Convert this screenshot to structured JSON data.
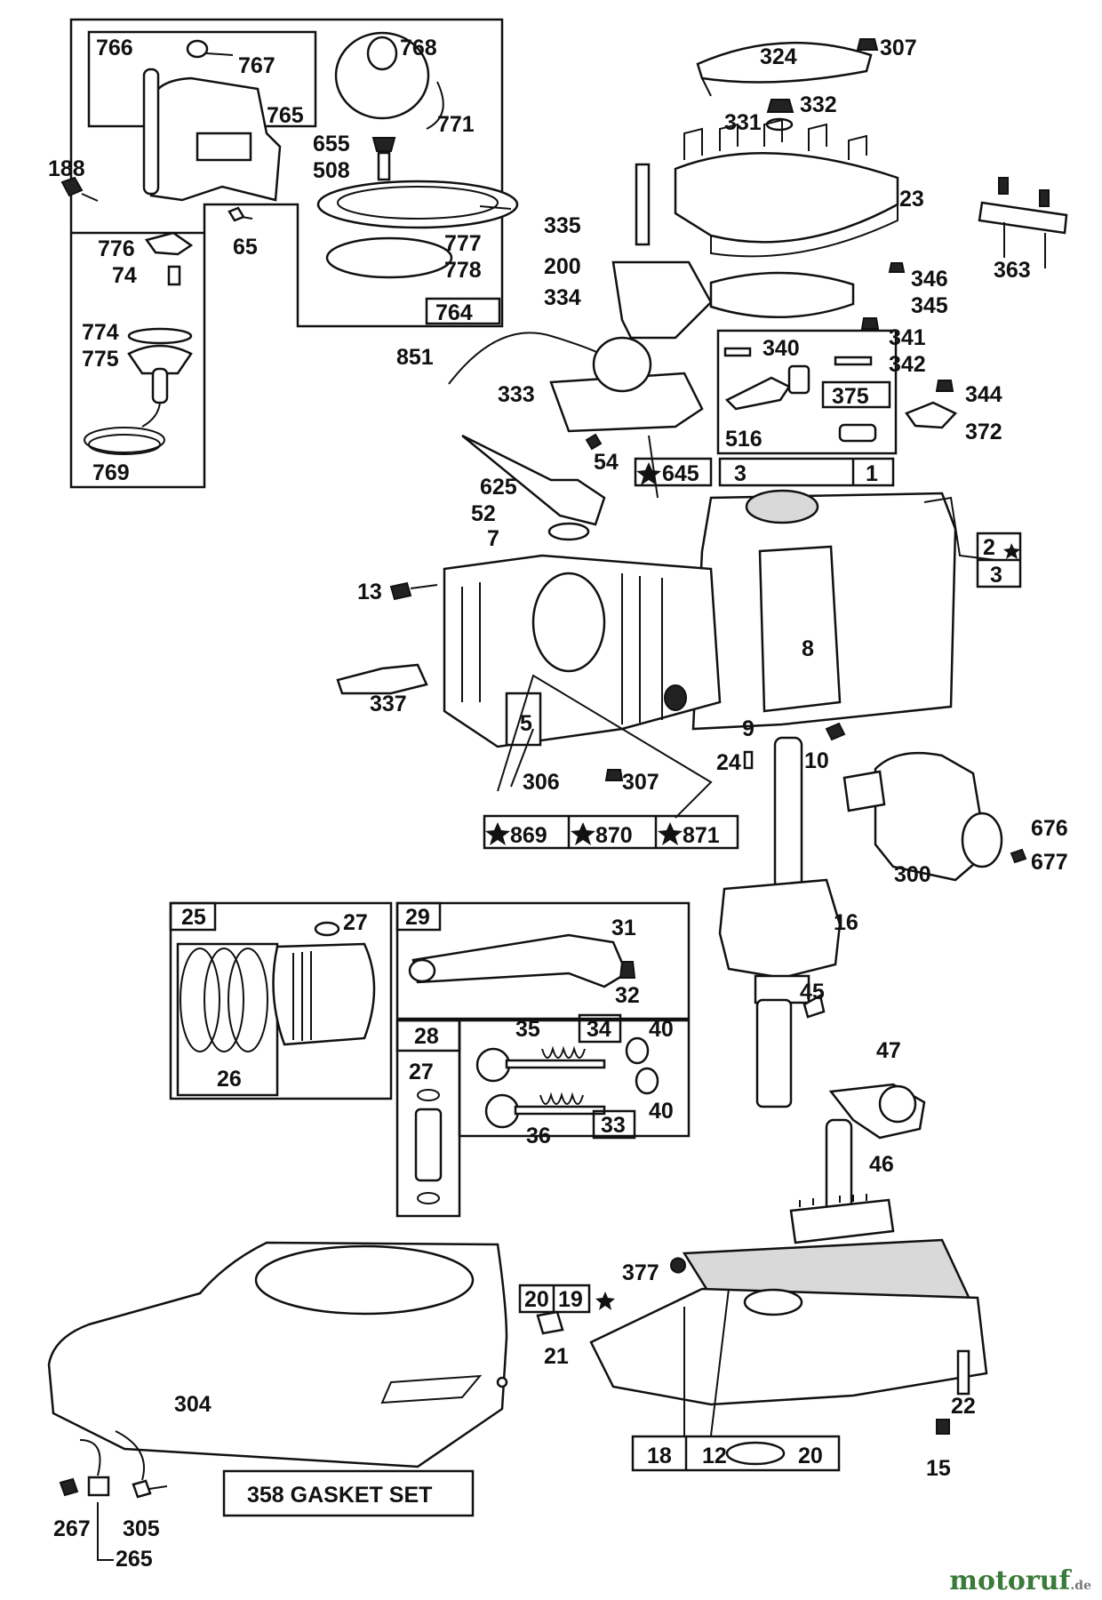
{
  "labels": {
    "p766": "766",
    "p767": "767",
    "p768": "768",
    "p765": "765",
    "p771": "771",
    "p655": "655",
    "p508": "508",
    "p188": "188",
    "p776": "776",
    "p74": "74",
    "p65": "65",
    "p777": "777",
    "p778": "778",
    "p764": "764",
    "p774": "774",
    "p775": "775",
    "p769": "769",
    "p324": "324",
    "p307a": "307",
    "p332": "332",
    "p331": "331",
    "p23": "23",
    "p335": "335",
    "p200": "200",
    "p334": "334",
    "p346": "346",
    "p345": "345",
    "p363": "363",
    "p851": "851",
    "p333": "333",
    "p340": "340",
    "p341": "341",
    "p342": "342",
    "p375": "375",
    "p344": "344",
    "p372": "372",
    "p516": "516",
    "p54": "54",
    "p625": "625",
    "p645": "645",
    "p3a": "3",
    "p1": "1",
    "p52": "52",
    "p7": "7",
    "p2": "2",
    "p3b": "3",
    "p13": "13",
    "p8": "8",
    "p337": "337",
    "p5": "5",
    "p9": "9",
    "p10": "10",
    "p306": "306",
    "p307b": "307",
    "p24": "24",
    "p869": "869",
    "p870": "870",
    "p871": "871",
    "p676": "676",
    "p677": "677",
    "p300": "300",
    "p25": "25",
    "p27a": "27",
    "p26": "26",
    "p29": "29",
    "p31": "31",
    "p32": "32",
    "p16": "16",
    "p45": "45",
    "p28": "28",
    "p27b": "27",
    "p35": "35",
    "p34": "34",
    "p40a": "40",
    "p36": "36",
    "p33": "33",
    "p40b": "40",
    "p47": "47",
    "p46": "46",
    "p377": "377",
    "p20a": "20",
    "p19": "19",
    "p21": "21",
    "p304": "304",
    "p22": "22",
    "p15": "15",
    "p18": "18",
    "p12": "12",
    "p20b": "20",
    "gasket_set": "358 GASKET SET",
    "p267": "267",
    "p305": "305",
    "p265": "265"
  },
  "watermark": {
    "brand": "motoruf",
    "tld": ".de"
  },
  "colors": {
    "ink": "#111111",
    "paper": "#ffffff",
    "watermark": "#3a7a3a"
  }
}
